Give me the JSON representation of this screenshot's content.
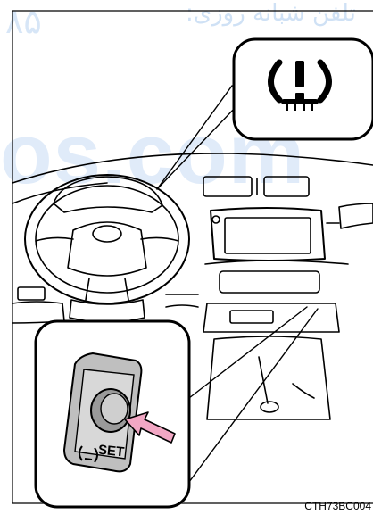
{
  "watermark": {
    "text_arabic": "تلفن شبانه روزی:",
    "digits": "۸۵",
    "domain_fragment": "os.com"
  },
  "callout_top": {
    "icon": "tire-pressure-warning-icon"
  },
  "callout_bottom": {
    "button_label": "SET",
    "button_icon": "tire-pressure-symbol-icon"
  },
  "figure_code": "CTH73BC004"
}
